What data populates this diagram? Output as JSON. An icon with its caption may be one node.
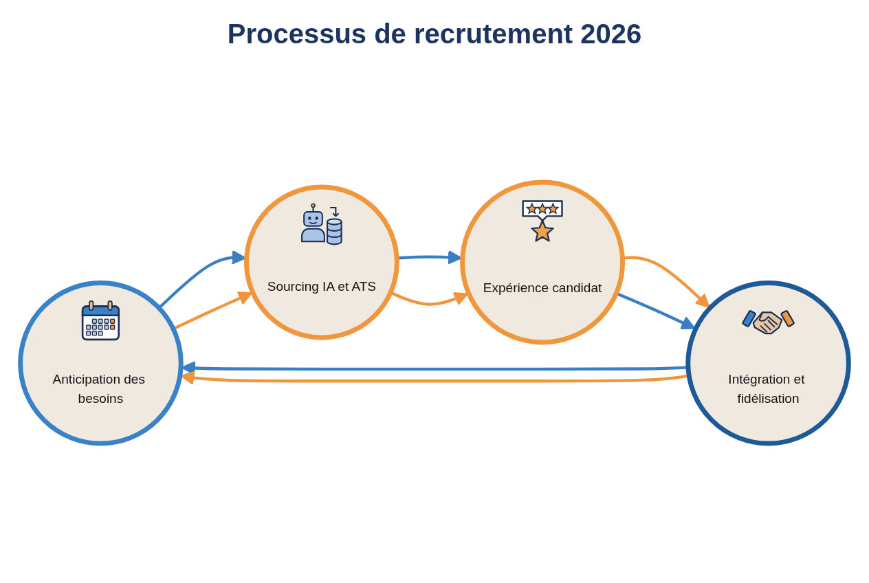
{
  "diagram": {
    "title": "Processus de recrutement 2026",
    "nodes": [
      {
        "text": [
          "Anticipation des besoins"
        ]
      },
      {
        "text": [
          "Sourcing IA et ATS"
        ]
      },
      {
        "text": [
          "Expérience candidat"
        ]
      },
      {
        "text": [
          "Intégration et fidélisation"
        ]
      }
    ],
    "edges": [
      {
        "from": 0,
        "to": 1,
        "arrow": "to",
        "color": "#3a7fc4"
      },
      {
        "from": 0,
        "to": 1,
        "arrow": "to",
        "color": "#f0953b"
      },
      {
        "from": 1,
        "to": 2,
        "arrow": "to",
        "color": "#3a7fc4"
      },
      {
        "from": 1,
        "to": 2,
        "arrow": "to",
        "color": "#f0953b"
      },
      {
        "from": 2,
        "to": 3,
        "arrow": "to",
        "color": "#f0953b"
      },
      {
        "from": 2,
        "to": 3,
        "arrow": "to",
        "color": "#3a7fc4"
      },
      {
        "from": 3,
        "to": 0,
        "arrow": "to",
        "color": "#3a7fc4"
      },
      {
        "from": 3,
        "to": 0,
        "arrow": "to",
        "color": "#f0953b"
      }
    ]
  }
}
